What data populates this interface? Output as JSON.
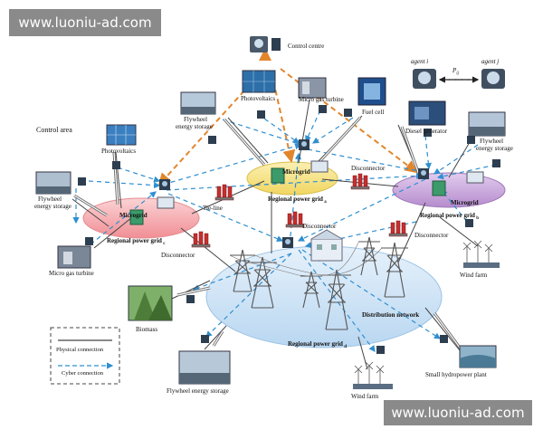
{
  "watermark": "www.luoniu-ad.com",
  "labels": {
    "control_centre": "Control centre",
    "photovoltaics_top": "Photovoltaics",
    "micro_gas_turbine_top": "Micro gas turbine",
    "fuel_cell": "Fuel cell",
    "flywheel_top": "Flywheel energy storage",
    "control_area": "Control area",
    "photovoltaics_left": "Photovoltaics",
    "flywheel_left": "Flywheel energy storage",
    "micro_gas_turbine_left": "Micro gas turbine",
    "diesel_generator": "Diesel generator",
    "flywheel_right": "Flywheel energy storage",
    "disconnector_right": "Disconnector",
    "disconnector_mid": "Disconnector",
    "disconnector_left": "Disconnector",
    "disconnector_lower_right": "Disconnector",
    "tie_line": "Tie-line",
    "microgrid": "Microgrid",
    "rpg_a": "Regional power grid",
    "rpg_b": "Regional power grid",
    "rpg_c": "Regional power grid",
    "rpg_d": "Regional power grid",
    "distribution_network": "Distribution network",
    "biomass": "Biomass",
    "flywheel_bottom": "Flywheel energy storage",
    "wind_farm_right": "Wind farm",
    "wind_farm_bottom": "Wind farm",
    "small_hydro": "Small hydropower plant",
    "agent_i": "agent i",
    "agent_j": "agent j",
    "pij": "P",
    "pij_sub": "ij",
    "legend_physical": "Physical connection",
    "legend_cyber": "Cyber connection"
  },
  "colors": {
    "blue_ellipse": "#cfe4f7",
    "pink_ellipse": "#f5b3b7",
    "yellow_ellipse": "#f7e58a",
    "purple_ellipse": "#c9a8dc",
    "cyber_dash": "#2f8fd0",
    "control_dash": "#e2862c",
    "physical": "#444444"
  }
}
